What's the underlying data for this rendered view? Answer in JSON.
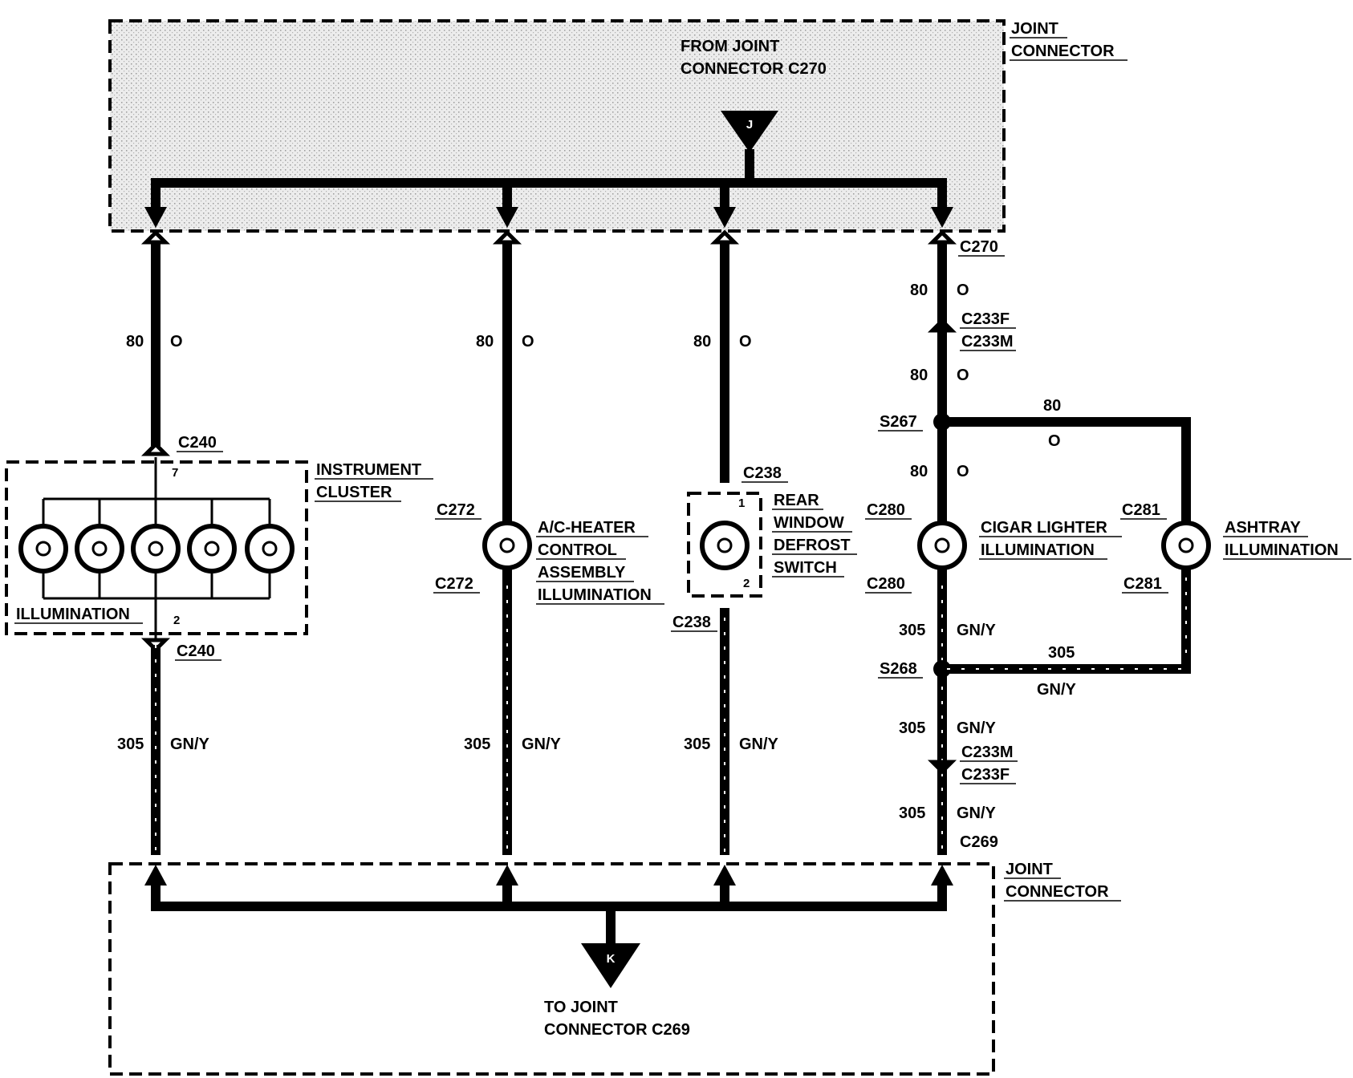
{
  "top_joint": {
    "label_line1": "JOINT",
    "label_line2": "CONNECTOR",
    "from_line1": "FROM JOINT",
    "from_line2": "CONNECTOR C270",
    "symbol": "J"
  },
  "bottom_joint": {
    "label_line1": "JOINT",
    "label_line2": "CONNECTOR",
    "to_line1": "TO JOINT",
    "to_line2": "CONNECTOR C269",
    "symbol": "K"
  },
  "columns": {
    "c1": {
      "circuit_top": "80",
      "color_top": "O",
      "conn_top": "C240",
      "pin_top": "7",
      "component_line1": "INSTRUMENT",
      "component_line2": "CLUSTER",
      "illumination": "ILLUMINATION",
      "pin_bottom": "2",
      "conn_bottom": "C240",
      "circuit_bottom": "305",
      "color_bottom": "GN/Y"
    },
    "c2": {
      "circuit_top": "80",
      "color_top": "O",
      "conn_top": "C272",
      "conn_bottom": "C272",
      "component_line1": "A/C-HEATER",
      "component_line2": "CONTROL",
      "component_line3": "ASSEMBLY",
      "component_line4": "ILLUMINATION",
      "circuit_bottom": "305",
      "color_bottom": "GN/Y"
    },
    "c3": {
      "circuit_top": "80",
      "color_top": "O",
      "conn_top": "C238",
      "pin_top": "1",
      "pin_bottom": "2",
      "conn_bottom": "C238",
      "component_line1": "REAR",
      "component_line2": "WINDOW",
      "component_line3": "DEFROST",
      "component_line4": "SWITCH",
      "circuit_bottom": "305",
      "color_bottom": "GN/Y"
    },
    "c4": {
      "conn_c270": "C270",
      "seg1_circuit": "80",
      "seg1_color": "O",
      "c233_top_a": "C233F",
      "c233_top_b": "C233M",
      "seg2_circuit": "80",
      "seg2_color": "O",
      "splice_top": "S267",
      "seg3_circuit": "80",
      "seg3_color": "O",
      "conn_top": "C280",
      "conn_bottom": "C280",
      "component_line1": "CIGAR LIGHTER",
      "component_line2": "ILLUMINATION",
      "seg4_circuit": "305",
      "seg4_color": "GN/Y",
      "splice_bottom": "S268",
      "seg5_circuit": "305",
      "seg5_color": "GN/Y",
      "c233_bot_a": "C233M",
      "c233_bot_b": "C233F",
      "seg6_circuit": "305",
      "seg6_color": "GN/Y",
      "conn_c269": "C269"
    },
    "c5": {
      "branch_top_circuit": "80",
      "branch_top_color": "O",
      "conn_top": "C281",
      "conn_bottom": "C281",
      "component_line1": "ASHTRAY",
      "component_line2": "ILLUMINATION",
      "branch_bottom_circuit": "305",
      "branch_bottom_color": "GN/Y"
    }
  },
  "colors": {
    "ink": "#000000",
    "paper": "#ffffff",
    "shading": "#e3e3e3"
  }
}
